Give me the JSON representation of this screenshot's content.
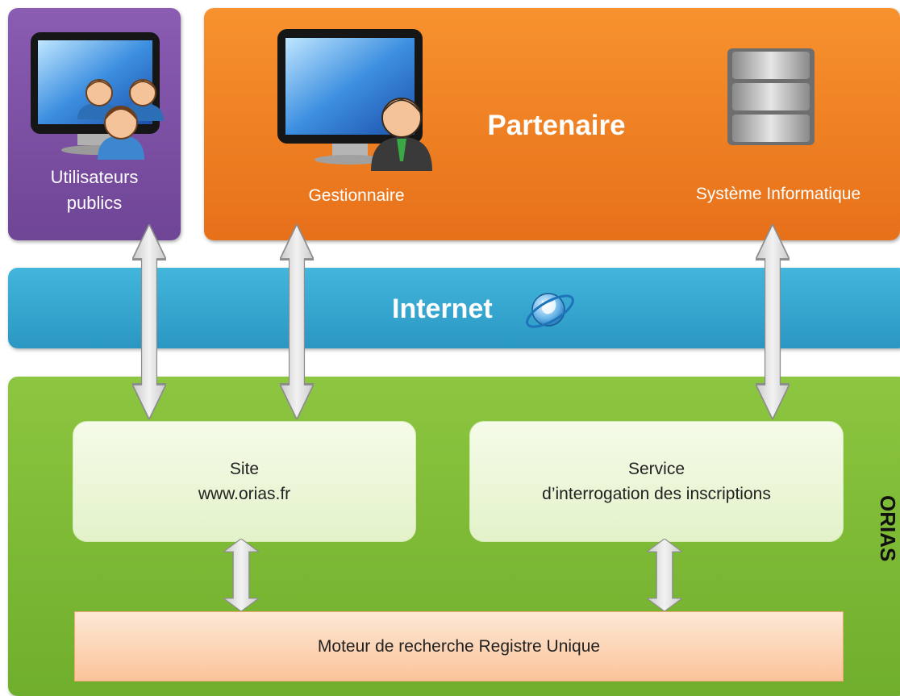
{
  "users": {
    "line1": "Utilisateurs",
    "line2": "publics"
  },
  "partner": {
    "title": "Partenaire",
    "manager_label": "Gestionnaire",
    "system_label": "Système Informatique"
  },
  "internet": {
    "label": "Internet"
  },
  "orias": {
    "label": "ORIAS",
    "site": {
      "line1": "Site",
      "line2": "www.orias.fr"
    },
    "service": {
      "line1": "Service",
      "line2": "d’interrogation des inscriptions"
    },
    "engine": "Moteur de recherche Registre Unique"
  },
  "colors": {
    "users": "#7b4fa5",
    "partner": "#f08424",
    "internet": "#34a8d2",
    "orias": "#7fbc37",
    "light_box": "#eaf6d6",
    "engine_box": "#fcd5b5",
    "arrow": "#d9d9d9"
  },
  "icons": [
    "monitor-icon",
    "user-group-icon",
    "manager-icon",
    "database-icon",
    "globe-icon",
    "double-arrow-icon"
  ]
}
